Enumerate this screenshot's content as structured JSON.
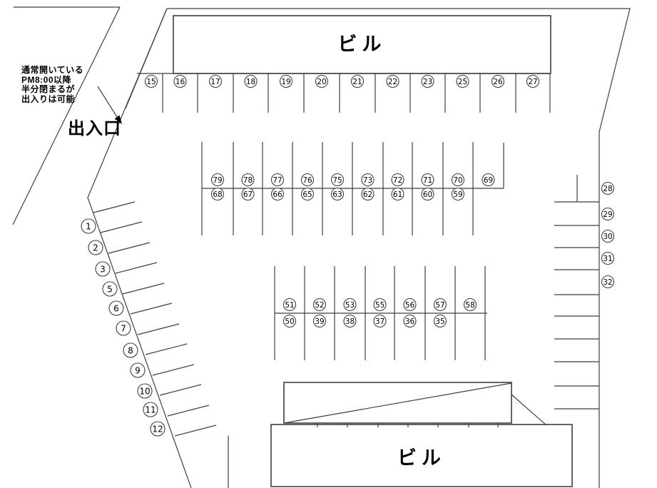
{
  "title": "parking-lot-layout",
  "note": {
    "lines": [
      "通常開いている",
      "PM8:00以降",
      "半分閉まるが",
      "出入りは可能"
    ]
  },
  "entrance": {
    "label": "出入口",
    "arrow_icon": "arrow-down-right"
  },
  "buildings": {
    "top": "ビル",
    "bottom": "ビル"
  },
  "spots": {
    "top_row": [
      15,
      16,
      17,
      18,
      19,
      20,
      21,
      22,
      23,
      25,
      26,
      27
    ],
    "middle_block_upper": [
      79,
      78,
      77,
      76,
      75,
      73,
      72,
      71,
      70,
      69
    ],
    "middle_block_lower": [
      68,
      67,
      66,
      65,
      63,
      62,
      61,
      60,
      59
    ],
    "lower_block_upper": [
      51,
      52,
      53,
      55,
      56,
      57,
      58
    ],
    "lower_block_lower": [
      50,
      39,
      38,
      37,
      36,
      35
    ],
    "left_column": [
      1,
      2,
      3,
      5,
      6,
      7,
      8,
      9,
      10,
      11,
      12
    ],
    "right_column": [
      28,
      29,
      30,
      31,
      32
    ]
  },
  "colors": {
    "line": "#3f3f3f",
    "text": "#000000",
    "background": "#ffffff"
  }
}
